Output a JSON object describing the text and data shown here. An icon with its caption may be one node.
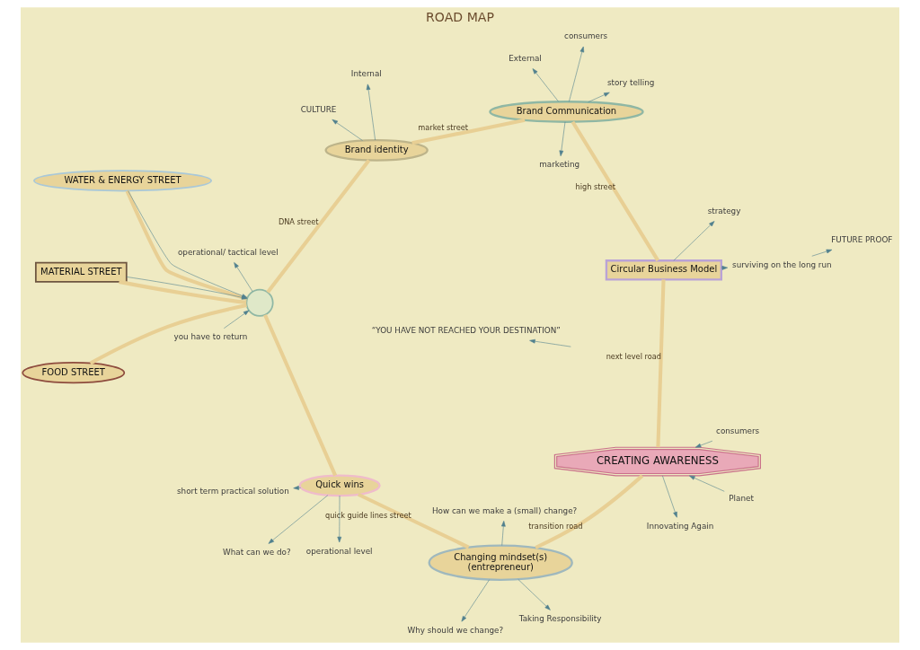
{
  "diagram": {
    "title": "ROAD MAP",
    "nodes": [
      {
        "text": [
          "CREATING AWARENESS"
        ]
      },
      {
        "text": [
          "Changing mindset(s)",
          "(entrepreneur)"
        ]
      },
      {
        "text": [
          "Quick wins"
        ]
      },
      {
        "text": [],
        "shape": "circle"
      },
      {
        "text": [
          "WATER & ENERGY STREET"
        ]
      },
      {
        "text": [
          "MATERIAL STREET"
        ]
      },
      {
        "text": [
          "FOOD STREET"
        ]
      },
      {
        "text": [
          "Brand identity"
        ]
      },
      {
        "text": [
          "Brand Communication"
        ]
      },
      {
        "text": [
          "Circular Business Model"
        ]
      },
      {
        "text": [
          "Taking Responsibility"
        ]
      },
      {
        "text": [
          "Why should we change?"
        ]
      },
      {
        "text": [
          "Planet"
        ]
      },
      {
        "text": [
          "consumers"
        ]
      },
      {
        "text": [
          "How can we make a (small) change?"
        ]
      },
      {
        "text": [
          "What can we do?"
        ]
      },
      {
        "text": [
          "operational level"
        ]
      },
      {
        "text": [
          "short term practical solution"
        ]
      },
      {
        "text": [
          "operational/ tactical level"
        ]
      },
      {
        "text": [
          "you have to return"
        ]
      },
      {
        "text": [
          "Internal"
        ]
      },
      {
        "text": [
          "CULTURE"
        ]
      },
      {
        "text": [
          "consumers"
        ]
      },
      {
        "text": [
          "story telling"
        ]
      },
      {
        "text": [
          "External"
        ]
      },
      {
        "text": [
          "marketing"
        ]
      },
      {
        "text": [
          "strategy"
        ]
      },
      {
        "text": [
          "surviving on the long run"
        ]
      },
      {
        "text": [
          "FUTURE PROOF"
        ]
      },
      {
        "text": [
          "“YOU HAVE NOT REACHED YOUR DESTINATION”"
        ]
      },
      {
        "text": [
          "Innovating Again"
        ]
      }
    ],
    "edges": [
      {
        "from": 0,
        "to": 1,
        "arrow": "none",
        "label": "transition road",
        "style": "thick",
        "color": "#e8cf94"
      },
      {
        "from": 1,
        "to": 2,
        "arrow": "none",
        "label": "quick guide lines street",
        "style": "thick",
        "color": "#e8cf94"
      },
      {
        "from": 2,
        "to": 3,
        "arrow": "none",
        "style": "thick",
        "color": "#e8cf94"
      },
      {
        "from": 3,
        "to": 4,
        "arrow": "none",
        "style": "thick",
        "color": "#e8cf94"
      },
      {
        "from": 3,
        "to": 5,
        "arrow": "none",
        "style": "thick",
        "color": "#e8cf94"
      },
      {
        "from": 3,
        "to": 6,
        "arrow": "none",
        "style": "thick",
        "color": "#e8cf94"
      },
      {
        "from": 3,
        "to": 7,
        "arrow": "none",
        "label": "DNA street",
        "style": "thick",
        "color": "#e8cf94"
      },
      {
        "from": 7,
        "to": 8,
        "arrow": "none",
        "label": "market street",
        "style": "thick",
        "color": "#e8cf94"
      },
      {
        "from": 8,
        "to": 9,
        "arrow": "none",
        "label": "high street",
        "style": "thick",
        "color": "#e8cf94"
      },
      {
        "from": 9,
        "to": 0,
        "arrow": "none",
        "label": "next level road",
        "style": "thick",
        "color": "#e8cf94"
      },
      {
        "from": 1,
        "to": 10,
        "arrow": "to"
      },
      {
        "from": 1,
        "to": 11,
        "arrow": "to"
      },
      {
        "from": 12,
        "to": 0,
        "arrow": "to"
      },
      {
        "from": 13,
        "to": 0,
        "arrow": "to"
      },
      {
        "from": 1,
        "to": 14,
        "arrow": "to"
      },
      {
        "from": 2,
        "to": 15,
        "arrow": "to"
      },
      {
        "from": 2,
        "to": 16,
        "arrow": "to"
      },
      {
        "from": 2,
        "to": 17,
        "arrow": "to"
      },
      {
        "from": 4,
        "to": 3,
        "arrow": "to"
      },
      {
        "from": 5,
        "to": 3,
        "arrow": "to"
      },
      {
        "from": 3,
        "to": 18,
        "arrow": "to"
      },
      {
        "from": 19,
        "to": 3,
        "arrow": "to"
      },
      {
        "from": 7,
        "to": 20,
        "arrow": "to"
      },
      {
        "from": 7,
        "to": 21,
        "arrow": "to"
      },
      {
        "from": 8,
        "to": 22,
        "arrow": "to"
      },
      {
        "from": 8,
        "to": 23,
        "arrow": "to"
      },
      {
        "from": 8,
        "to": 24,
        "arrow": "to"
      },
      {
        "from": 8,
        "to": 25,
        "arrow": "to"
      },
      {
        "from": 9,
        "to": 26,
        "arrow": "to"
      },
      {
        "from": 9,
        "to": 27,
        "arrow": "to"
      },
      {
        "from": 27,
        "to": 28,
        "arrow": "to"
      },
      {
        "from": null,
        "to": 29,
        "arrow": "to"
      },
      {
        "from": 0,
        "to": 30,
        "arrow": "to"
      }
    ]
  }
}
